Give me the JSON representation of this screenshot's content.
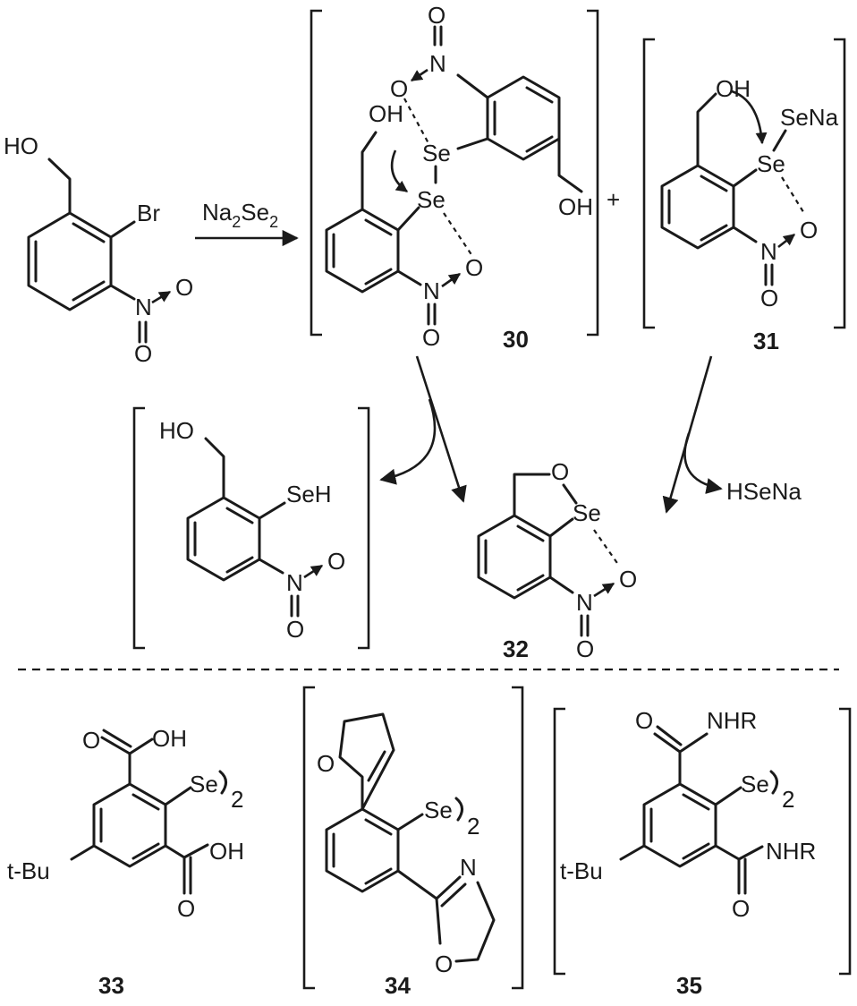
{
  "reagent": {
    "main": "Na",
    "sub1": "2",
    "mid": "Se",
    "sub2": "2"
  },
  "plus": "+",
  "byproduct": "HSeNa",
  "compound_numbers": {
    "c30": "30",
    "c31": "31",
    "c32": "32",
    "c33": "33",
    "c34": "34",
    "c35": "35"
  },
  "atoms": {
    "ho": "HO",
    "oh": "OH",
    "br": "Br",
    "se": "Se",
    "seh": "SeH",
    "sena": "SeNa",
    "n": "N",
    "o": "O",
    "nhr": "NHR",
    "tbu": "t-Bu",
    "two": "2"
  }
}
